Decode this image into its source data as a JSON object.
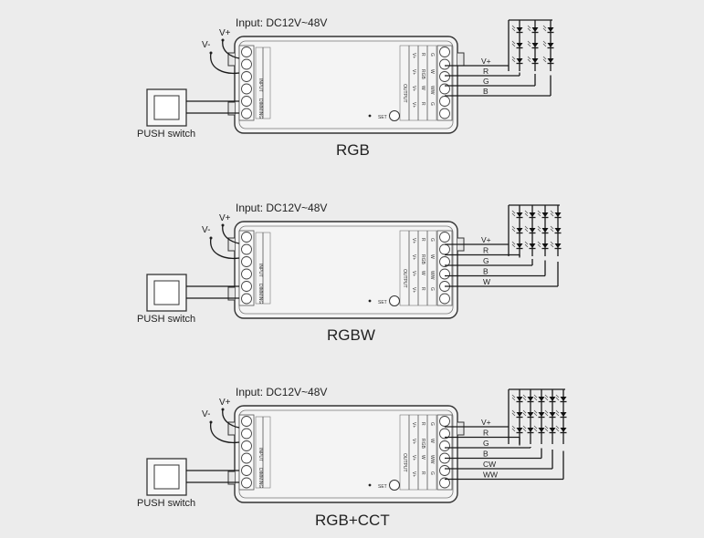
{
  "panels": [
    {
      "id": "rgb",
      "caption": "RGB",
      "input_label": "Input: DC12V~48V",
      "vplus_label": "V+",
      "vminus_label": "V-",
      "switch_label": "PUSH switch",
      "set_label": "SET",
      "output_channels": [
        "V+",
        "R",
        "G",
        "B"
      ],
      "led_columns": 3,
      "led_rows": 3
    },
    {
      "id": "rgbw",
      "caption": "RGBW",
      "input_label": "Input: DC12V~48V",
      "vplus_label": "V+",
      "vminus_label": "V-",
      "switch_label": "PUSH switch",
      "set_label": "SET",
      "output_channels": [
        "V+",
        "R",
        "G",
        "B",
        "W"
      ],
      "led_columns": 4,
      "led_rows": 3
    },
    {
      "id": "rgbcct",
      "caption": "RGB+CCT",
      "input_label": "Input: DC12V~48V",
      "vplus_label": "V+",
      "vminus_label": "V-",
      "switch_label": "PUSH switch",
      "set_label": "SET",
      "output_channels": [
        "V+",
        "R",
        "G",
        "B",
        "CW",
        "WW"
      ],
      "led_columns": 5,
      "led_rows": 3
    }
  ],
  "controller_labels": {
    "input": "INPUT",
    "dimming": "DIMMING",
    "output": "OUTPUT",
    "port_row_1": [
      "V+",
      "V+",
      "V+",
      "V+"
    ],
    "port_row_2": [
      "R",
      "RGB",
      "W",
      "R"
    ],
    "port_row_3": [
      "G",
      "W",
      "WW",
      "G"
    ]
  }
}
